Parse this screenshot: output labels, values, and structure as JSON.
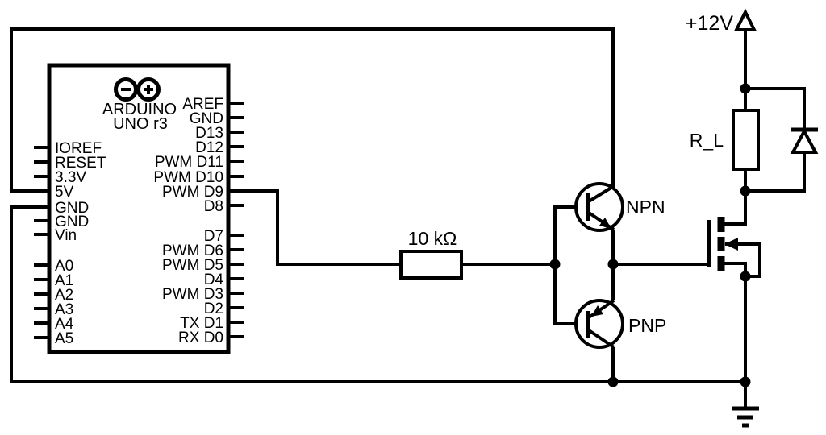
{
  "arduino": {
    "name_line1": "ARDUINO",
    "name_line2": "UNO r3",
    "left_pins": [
      "IOREF",
      "RESET",
      "3.3V",
      "5V",
      "GND",
      "GND",
      "Vin",
      "A0",
      "A1",
      "A2",
      "A3",
      "A4",
      "A5"
    ],
    "right_pins": [
      "AREF",
      "GND",
      "D13",
      "D12",
      "PWM D11",
      "PWM D10",
      "PWM D9",
      "D8",
      "D7",
      "PWM D6",
      "PWM D5",
      "D4",
      "PWM D3",
      "D2",
      "TX D1",
      "RX D0"
    ]
  },
  "components": {
    "base_resistor_label": "10 kΩ",
    "npn_label": "NPN",
    "pnp_label": "PNP",
    "load_resistor_label": "R_L",
    "supply_label": "+12V"
  },
  "colors": {
    "line": "#000000",
    "background": "#ffffff"
  }
}
